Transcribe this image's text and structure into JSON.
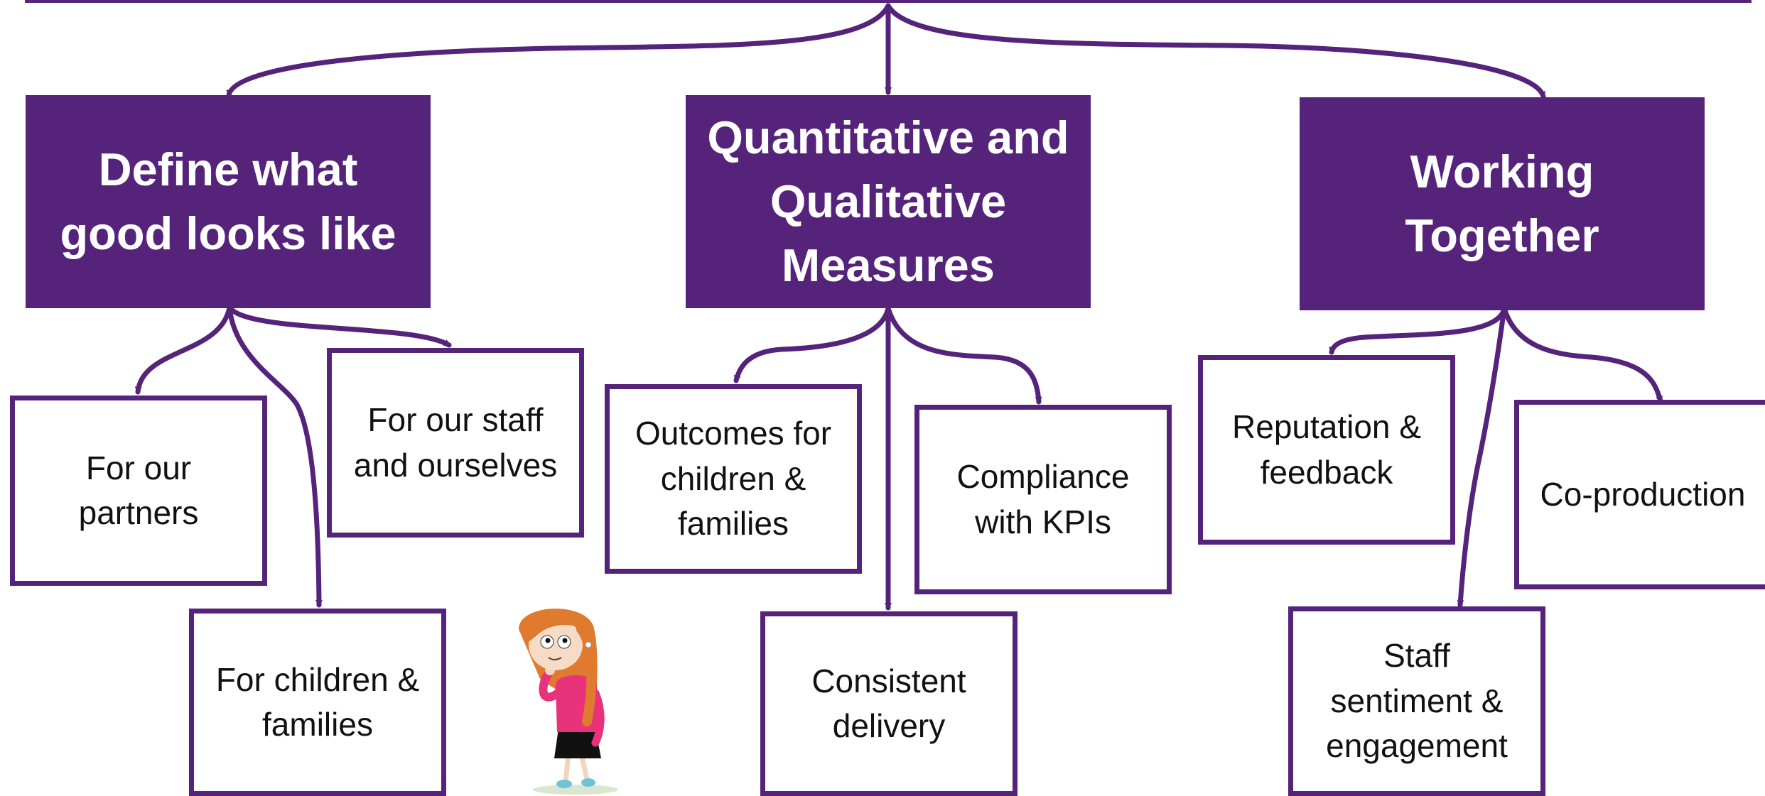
{
  "colors": {
    "primary": "#55237a",
    "leaf_border": "#55237a",
    "leaf_fill": "#ffffff",
    "text_dark": "#111111"
  },
  "categories": [
    {
      "label": "Define what\ngood looks like",
      "children": [
        "For our\npartners",
        "For children &\nfamilies",
        "For our staff\nand ourselves"
      ]
    },
    {
      "label": "Quantitative and\nQualitative\nMeasures",
      "children": [
        "Outcomes for\nchildren &\nfamilies",
        "Consistent\ndelivery",
        "Compliance\nwith KPIs"
      ]
    },
    {
      "label": "Working\nTogether",
      "children": [
        "Reputation &\nfeedback",
        "Staff\nsentiment &\nengagement",
        "Co-production"
      ]
    }
  ],
  "illustration": "cartoon-girl-thinking"
}
